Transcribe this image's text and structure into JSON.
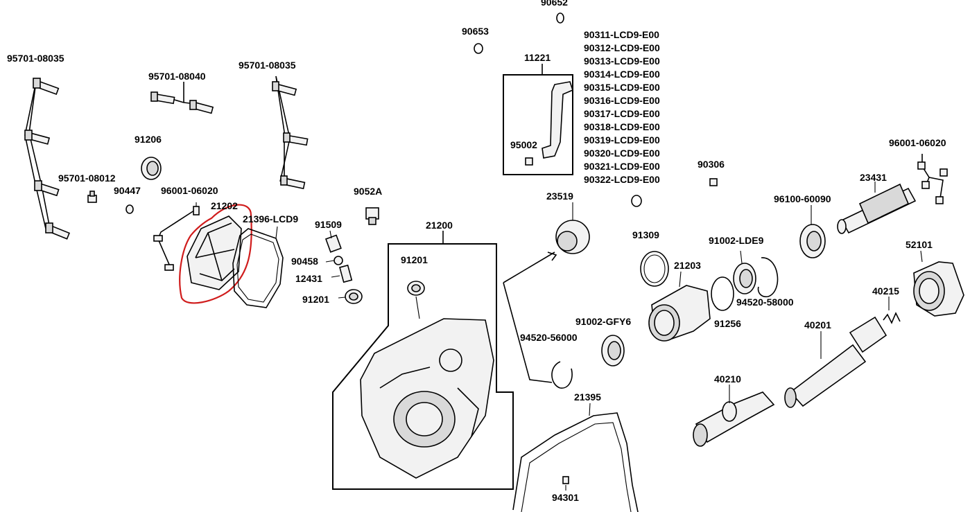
{
  "diagram": {
    "highlight_color": "#d01c1c",
    "labels": {
      "p95701_08035_left": "95701-08035",
      "p95701_08040": "95701-08040",
      "p95701_08035_right": "95701-08035",
      "p91206": "91206",
      "p95701_08012": "95701-08012",
      "p90447": "90447",
      "p96001_06020_left": "96001-06020",
      "p21202": "21202",
      "p21396": "21396-LCD9",
      "p9052A": "9052A",
      "p91509": "91509",
      "p90458": "90458",
      "p12431": "12431",
      "p91201_left": "91201",
      "p21200": "21200",
      "p91201_box": "91201",
      "p90652": "90652",
      "p90653": "90653",
      "p11221": "11221",
      "p95002": "95002",
      "p90306": "90306",
      "p23519": "23519",
      "p91309": "91309",
      "p21203": "21203",
      "p91002_LDE9": "91002-LDE9",
      "p94520_58000": "94520-58000",
      "p91256": "91256",
      "p91002_GFY6": "91002-GFY6",
      "p94520_56000": "94520-56000",
      "p96001_06020_right": "96001-06020",
      "p23431": "23431",
      "p96100_60090": "96100-60090",
      "p52101": "52101",
      "p40215": "40215",
      "p40201": "40201",
      "p40210": "40210",
      "p21395": "21395",
      "p94301": "94301"
    },
    "lcd_parts": [
      "90311-LCD9-E00",
      "90312-LCD9-E00",
      "90313-LCD9-E00",
      "90314-LCD9-E00",
      "90315-LCD9-E00",
      "90316-LCD9-E00",
      "90317-LCD9-E00",
      "90318-LCD9-E00",
      "90319-LCD9-E00",
      "90320-LCD9-E00",
      "90321-LCD9-E00",
      "90322-LCD9-E00"
    ]
  }
}
